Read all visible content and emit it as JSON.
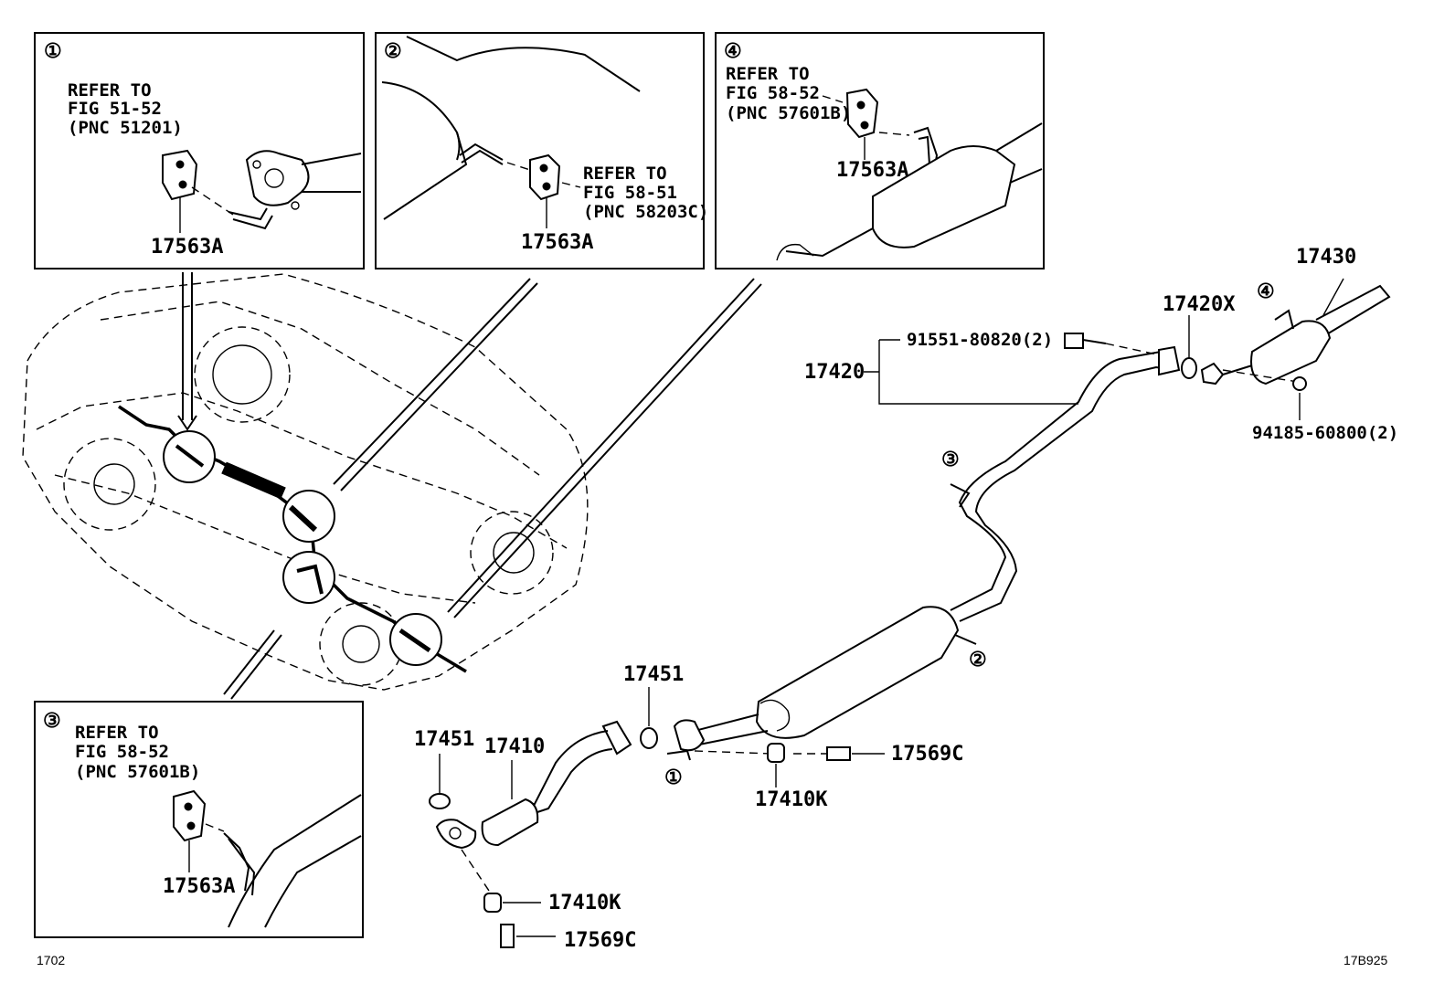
{
  "insets": [
    {
      "id": "1",
      "marker": "①",
      "refer": [
        "REFER TO",
        "FIG 51-52",
        "(PNC 51201)"
      ],
      "part": "17563A"
    },
    {
      "id": "2",
      "marker": "②",
      "refer": [
        "REFER TO",
        "FIG 58-51",
        "(PNC 58203C)"
      ],
      "part": "17563A"
    },
    {
      "id": "4",
      "marker": "④",
      "refer": [
        "REFER TO",
        "FIG 58-52",
        "(PNC 57601B)"
      ],
      "part": "17563A"
    },
    {
      "id": "3",
      "marker": "③",
      "refer": [
        "REFER TO",
        "FIG 58-52",
        "(PNC 57601B)"
      ],
      "part": "17563A"
    }
  ],
  "parts": {
    "p17430": "17430",
    "p17420X": "17420X",
    "p91551": "91551-80820(2)",
    "p17420": "17420",
    "p94185": "94185-60800(2)",
    "p17451a": "17451",
    "p17451b": "17451",
    "p17410": "17410",
    "p17410Ka": "17410K",
    "p17410Kb": "17410K",
    "p17569Ca": "17569C",
    "p17569Cb": "17569C"
  },
  "callouts": {
    "c1": "①",
    "c2": "②",
    "c3": "③",
    "c4": "④"
  },
  "footer": {
    "left": "1702",
    "right": "17B925"
  }
}
